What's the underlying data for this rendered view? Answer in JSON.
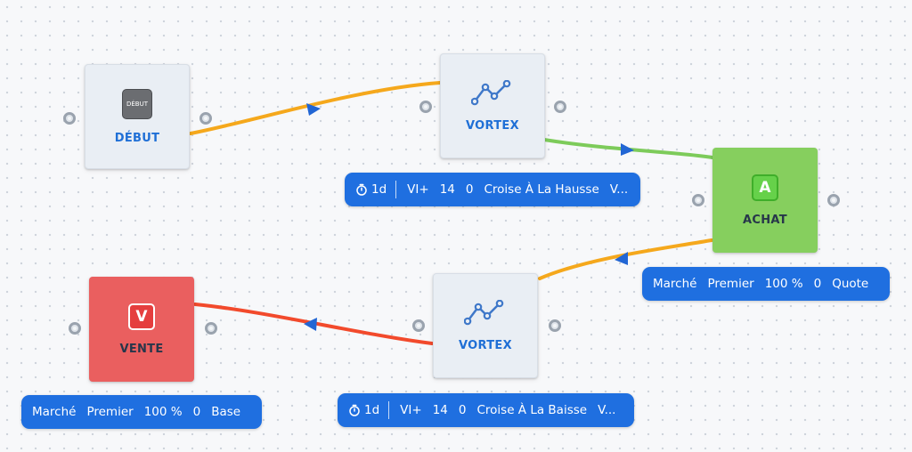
{
  "colors": {
    "edge_orange": "#f5a81c",
    "edge_green": "#7dcb5a",
    "edge_red": "#f24a2c",
    "arrow_blue": "#2266d4",
    "pill_blue": "#1f6fe0",
    "node_gray": "#e9eef4",
    "node_green": "#86cf5e",
    "node_red": "#ea5f5f"
  },
  "nodes": {
    "debut": {
      "title": "DÉBUT",
      "badge": "DÉBUT"
    },
    "vortex_top": {
      "title": "VORTEX",
      "icon": "line-chart-icon"
    },
    "achat": {
      "title": "ACHAT",
      "badge": "A"
    },
    "vortex_bottom": {
      "title": "VORTEX",
      "icon": "line-chart-icon"
    },
    "vente": {
      "title": "VENTE",
      "badge": "V"
    }
  },
  "pills": {
    "vortex_top": {
      "period": "1d",
      "indicator": "VI+",
      "length": "14",
      "offset": "0",
      "condition": "Croise À La Hausse",
      "truncated": "V..."
    },
    "vortex_bottom": {
      "period": "1d",
      "indicator": "VI+",
      "length": "14",
      "offset": "0",
      "condition": "Croise À La Baisse",
      "truncated": "V..."
    },
    "achat": {
      "order_type": "Marché",
      "priority": "Premier",
      "amount": "100 %",
      "value": "0",
      "currency": "Quote"
    },
    "vente": {
      "order_type": "Marché",
      "priority": "Premier",
      "amount": "100 %",
      "value": "0",
      "currency": "Base"
    }
  }
}
